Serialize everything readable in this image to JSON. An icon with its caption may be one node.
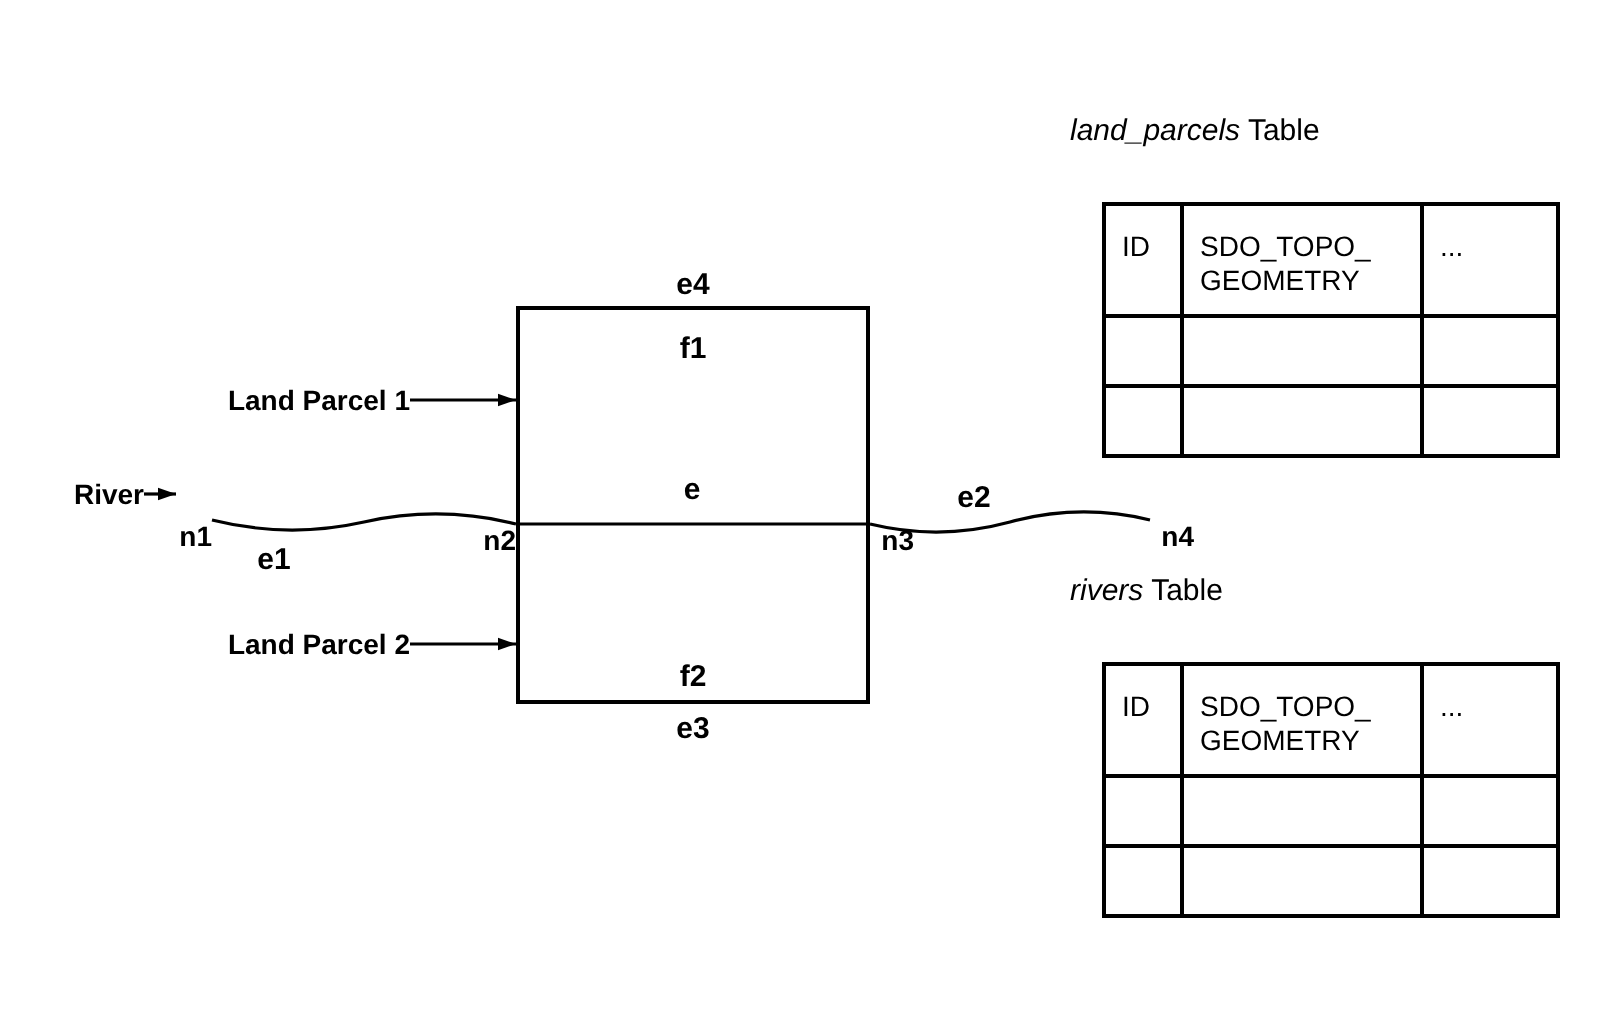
{
  "diagram": {
    "nodes": [
      {
        "text": [
          "f1"
        ],
        "beside": [
          "e4"
        ]
      },
      {
        "text": [
          "f2"
        ],
        "beside": [
          "e3"
        ]
      },
      {
        "text": [
          "Land Parcel 1"
        ]
      },
      {
        "text": [
          "Land Parcel 2"
        ]
      },
      {
        "text": [
          "River"
        ]
      },
      {
        "text": [
          "n1"
        ]
      },
      {
        "text": [
          "n2"
        ]
      },
      {
        "text": [
          "n3"
        ]
      },
      {
        "text": [
          "n4"
        ]
      },
      {
        "text": [
          "*land_parcels* Table"
        ]
      },
      {
        "text": [
          "*rivers* Table"
        ]
      }
    ],
    "edges": [
      {
        "from": 2,
        "to": 0,
        "arrow": "to"
      },
      {
        "from": 3,
        "to": 1,
        "arrow": "to"
      },
      {
        "from": 4,
        "to": 5,
        "arrow": "to"
      },
      {
        "from": 5,
        "to": 6,
        "arrow": "none",
        "label": "e1"
      },
      {
        "from": 6,
        "to": 7,
        "arrow": "none",
        "label": "e"
      },
      {
        "from": 7,
        "to": 8,
        "arrow": "none",
        "label": "e2"
      }
    ],
    "labels": [
      "ID",
      "SDO_TOPO_ GEOMETRY",
      "...",
      "ID",
      "SDO_TOPO_ GEOMETRY",
      "..."
    ]
  }
}
